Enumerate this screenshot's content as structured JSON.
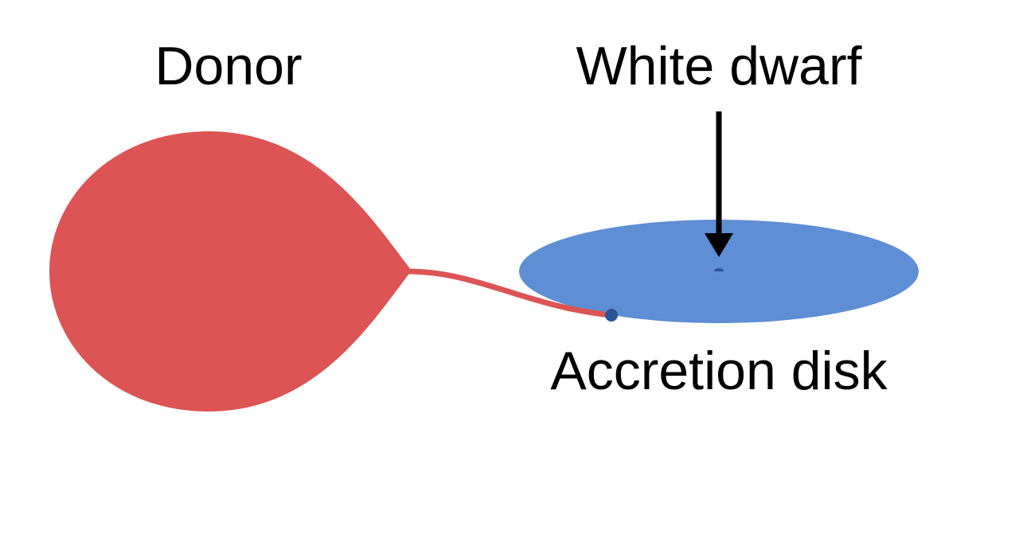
{
  "labels": {
    "donor": "Donor",
    "white_dwarf": "White dwarf",
    "accretion_disk": "Accretion disk"
  },
  "colors": {
    "donor": "#DC5454",
    "disk": "#5E8ED3",
    "white_dwarf": "#2A5496",
    "hot_spot": "#2A5496",
    "arrow": "#000000"
  }
}
